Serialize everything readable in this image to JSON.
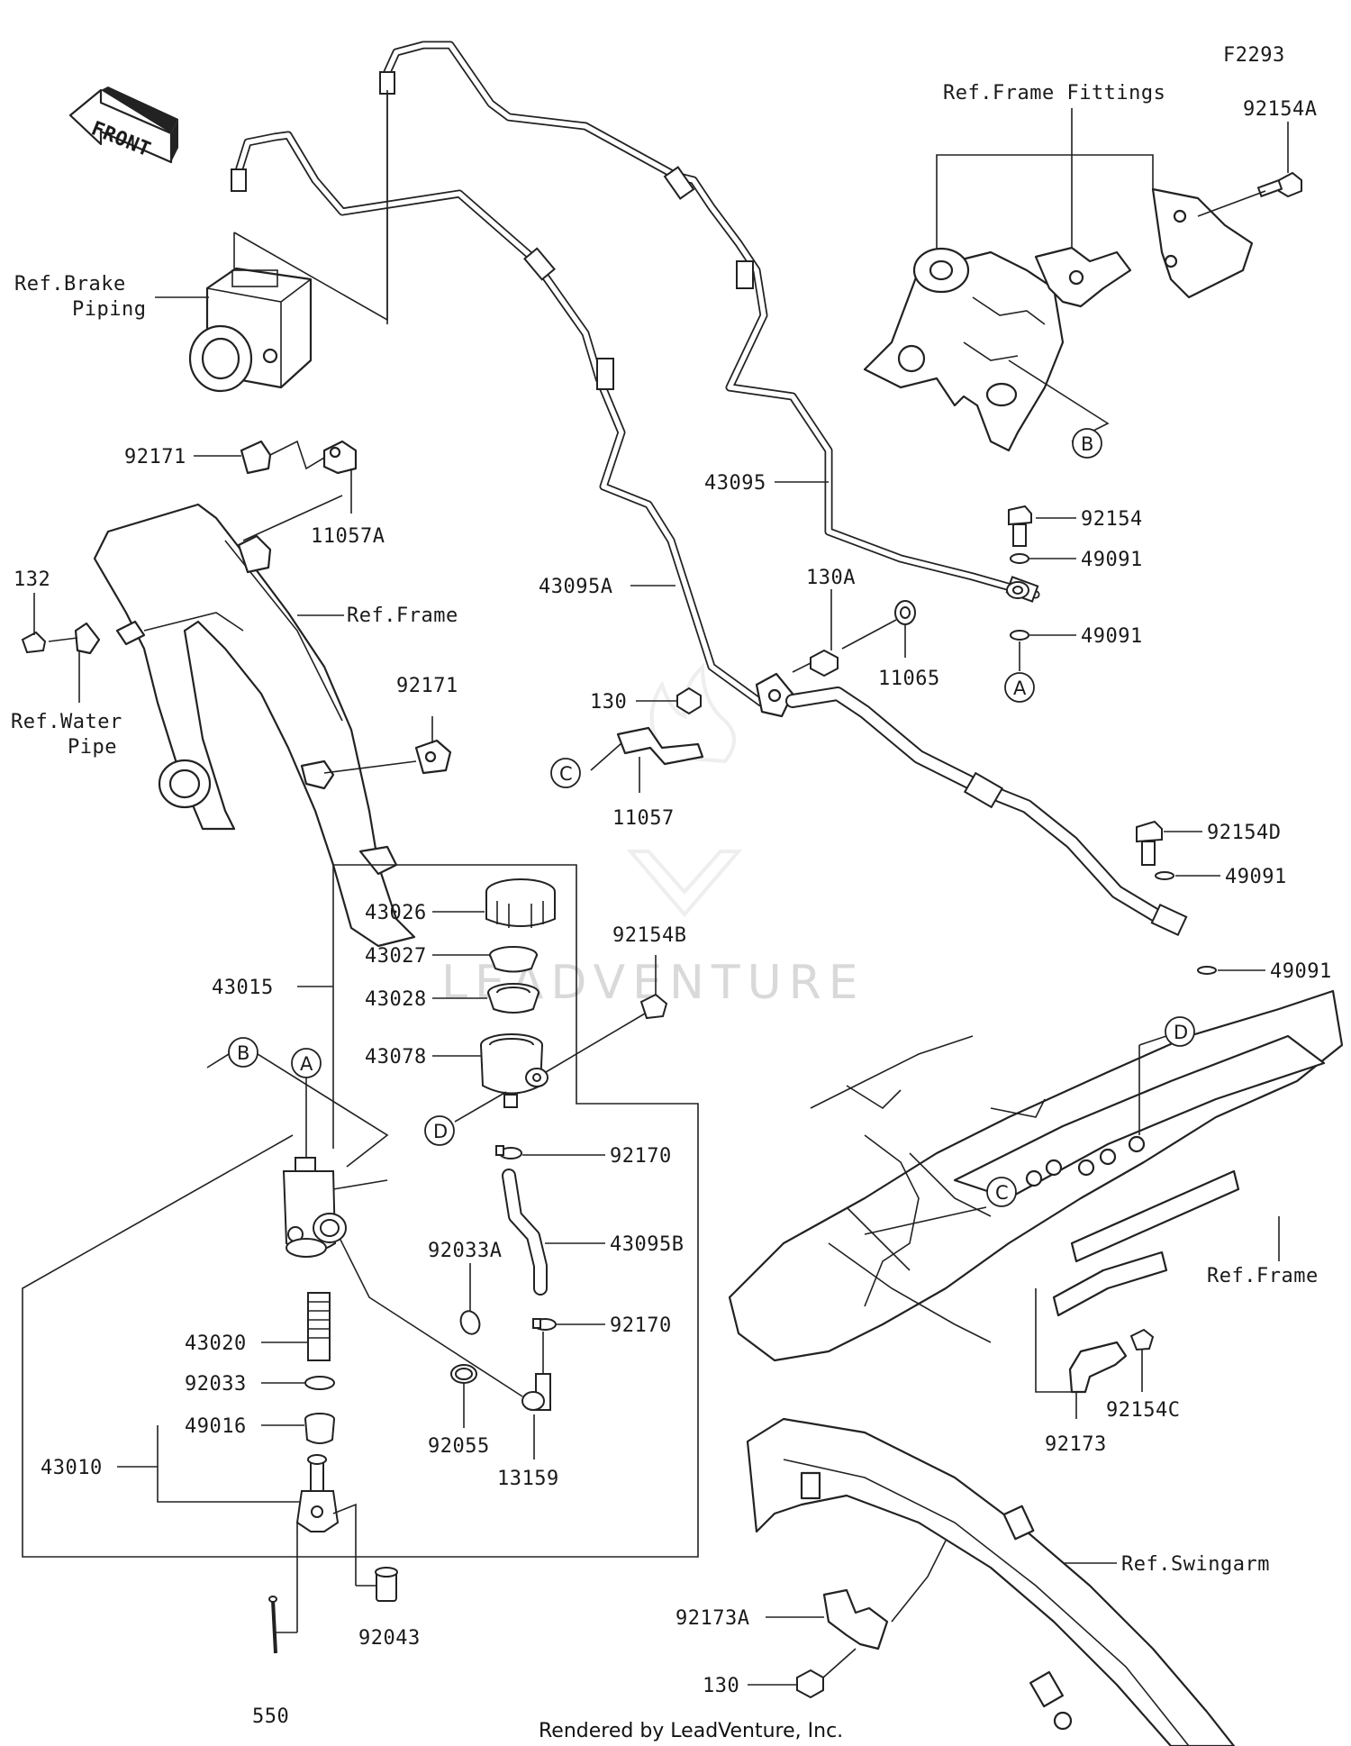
{
  "diagram_code": "F2293",
  "front_label": "FRONT",
  "watermark": "LEADVENTURE",
  "footer": "Rendered by LeadVenture, Inc.",
  "references": {
    "brake_piping_1": "Ref.Brake",
    "brake_piping_2": "Piping",
    "frame_fittings": "Ref.Frame Fittings",
    "frame_top": "Ref.Frame",
    "water_pipe_1": "Ref.Water",
    "water_pipe_2": "Pipe",
    "frame_lower": "Ref.Frame",
    "swingarm": "Ref.Swingarm"
  },
  "callouts": {
    "a1": "A",
    "a2": "A",
    "b1": "B",
    "b2": "B",
    "c1": "C",
    "c2": "C",
    "d1": "D",
    "d2": "D"
  },
  "parts": {
    "p92154A": "92154A",
    "p92171_top": "92171",
    "p11057A": "11057A",
    "p132": "132",
    "p92171_mid": "92171",
    "p43095": "43095",
    "p92154": "92154",
    "p49091_1": "49091",
    "p49091_2": "49091",
    "p43095A": "43095A",
    "p130A": "130A",
    "p11065": "11065",
    "p130_top": "130",
    "p11057": "11057",
    "p92154D": "92154D",
    "p49091_3": "49091",
    "p49091_4": "49091",
    "p43026": "43026",
    "p43027": "43027",
    "p43028": "43028",
    "p43015": "43015",
    "p92154B": "92154B",
    "p43078": "43078",
    "p92170_1": "92170",
    "p92033A": "92033A",
    "p43095B": "43095B",
    "p92170_2": "92170",
    "p43020": "43020",
    "p92033": "92033",
    "p49016": "49016",
    "p43010": "43010",
    "p92055": "92055",
    "p13159": "13159",
    "p92043": "92043",
    "p550": "550",
    "p92173": "92173",
    "p92154C": "92154C",
    "p92173A": "92173A",
    "p130_bottom": "130"
  }
}
